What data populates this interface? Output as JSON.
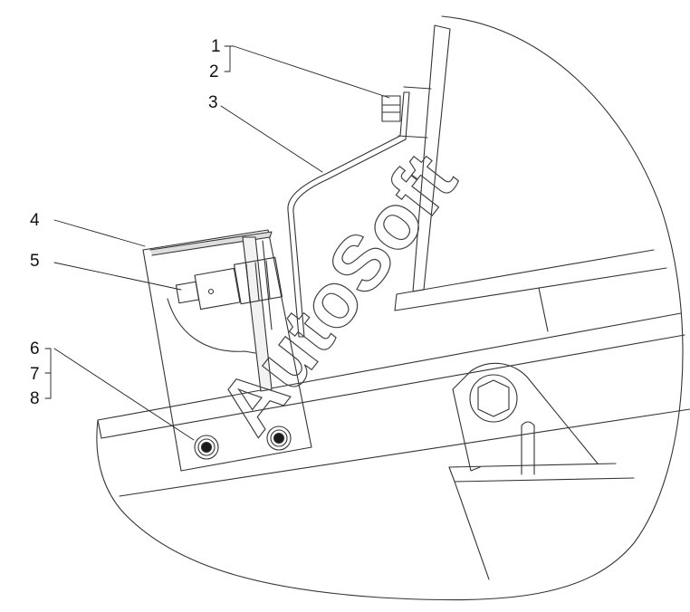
{
  "diagram": {
    "callouts": [
      {
        "id": "1",
        "label": "1"
      },
      {
        "id": "2",
        "label": "2"
      },
      {
        "id": "3",
        "label": "3"
      },
      {
        "id": "4",
        "label": "4"
      },
      {
        "id": "5",
        "label": "5"
      },
      {
        "id": "6",
        "label": "6"
      },
      {
        "id": "7",
        "label": "7"
      },
      {
        "id": "8",
        "label": "8"
      }
    ],
    "watermark": "AutoSoft",
    "colors": {
      "line": "#333333",
      "fill": "#ffffff",
      "dark": "#1a1a1a"
    }
  }
}
